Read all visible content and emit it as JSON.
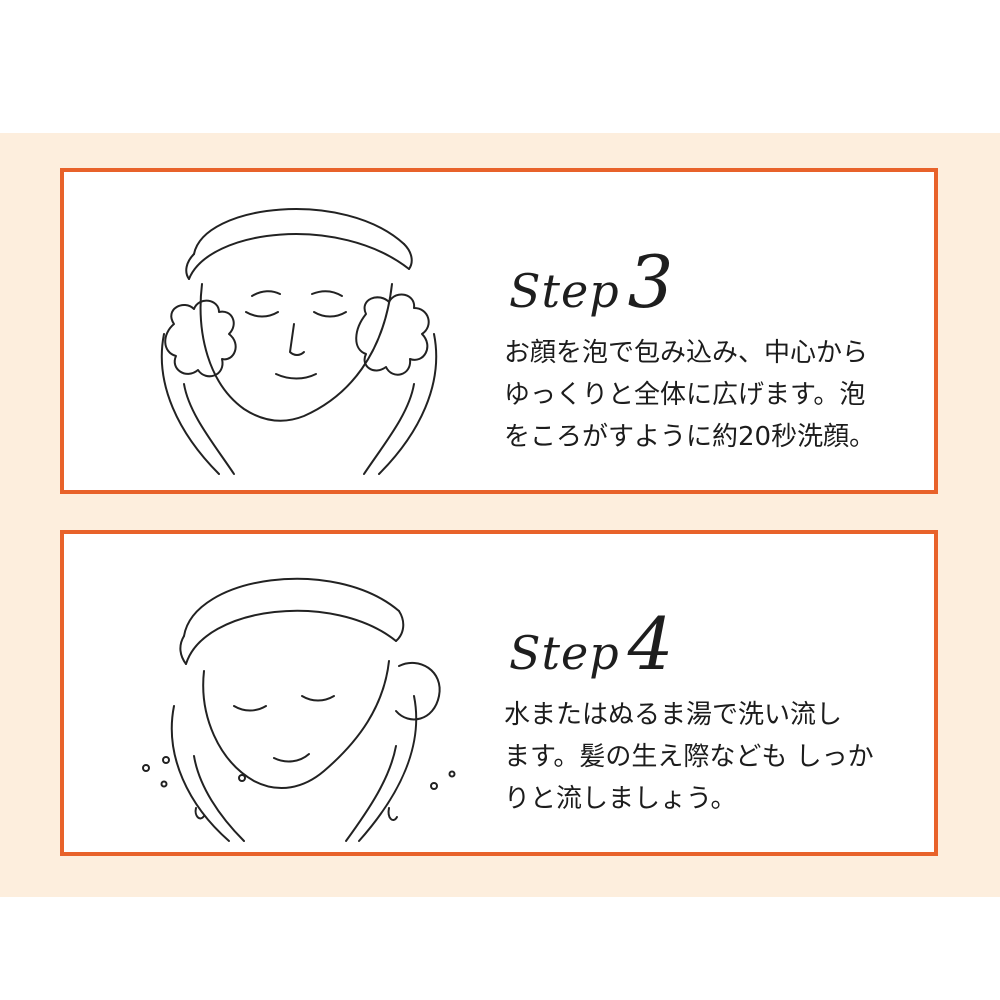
{
  "accent_color": "#e8622a",
  "band_color": "#fdeedd",
  "steps": [
    {
      "word": "Step",
      "number": "3",
      "lines": [
        "お顔を泡で包み込み、中心から",
        "ゆっくりと全体に広げます。泡",
        "をころがすように約20秒洗顔。"
      ],
      "illustration": "face-foam-wash-icon"
    },
    {
      "word": "Step",
      "number": "4",
      "lines": [
        "水またはぬるま湯で洗い流し",
        "ます。髪の生え際なども しっか",
        "りと流しましょう。"
      ],
      "illustration": "face-rinse-icon"
    }
  ]
}
